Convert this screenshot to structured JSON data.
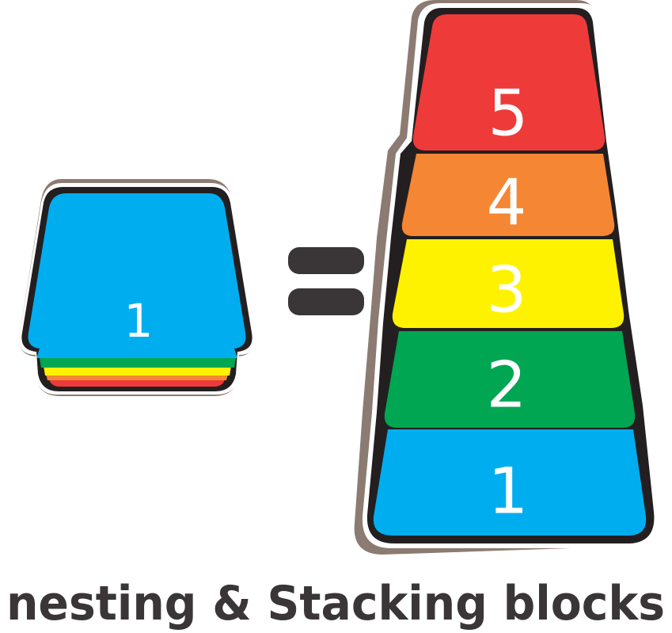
{
  "nested_block": {
    "label": "1"
  },
  "equals_sign": "=",
  "stack": [
    {
      "label": "1",
      "color": "#00aeef"
    },
    {
      "label": "2",
      "color": "#00a651"
    },
    {
      "label": "3",
      "color": "#fff200"
    },
    {
      "label": "4",
      "color": "#f58634"
    },
    {
      "label": "5",
      "color": "#ef3a3a"
    }
  ],
  "colors": {
    "outline": "#231f20",
    "shadow": "#8c7b72",
    "equals": "#3a3536",
    "number": "#ffffff"
  },
  "caption": "nesting & Stacking blocks"
}
